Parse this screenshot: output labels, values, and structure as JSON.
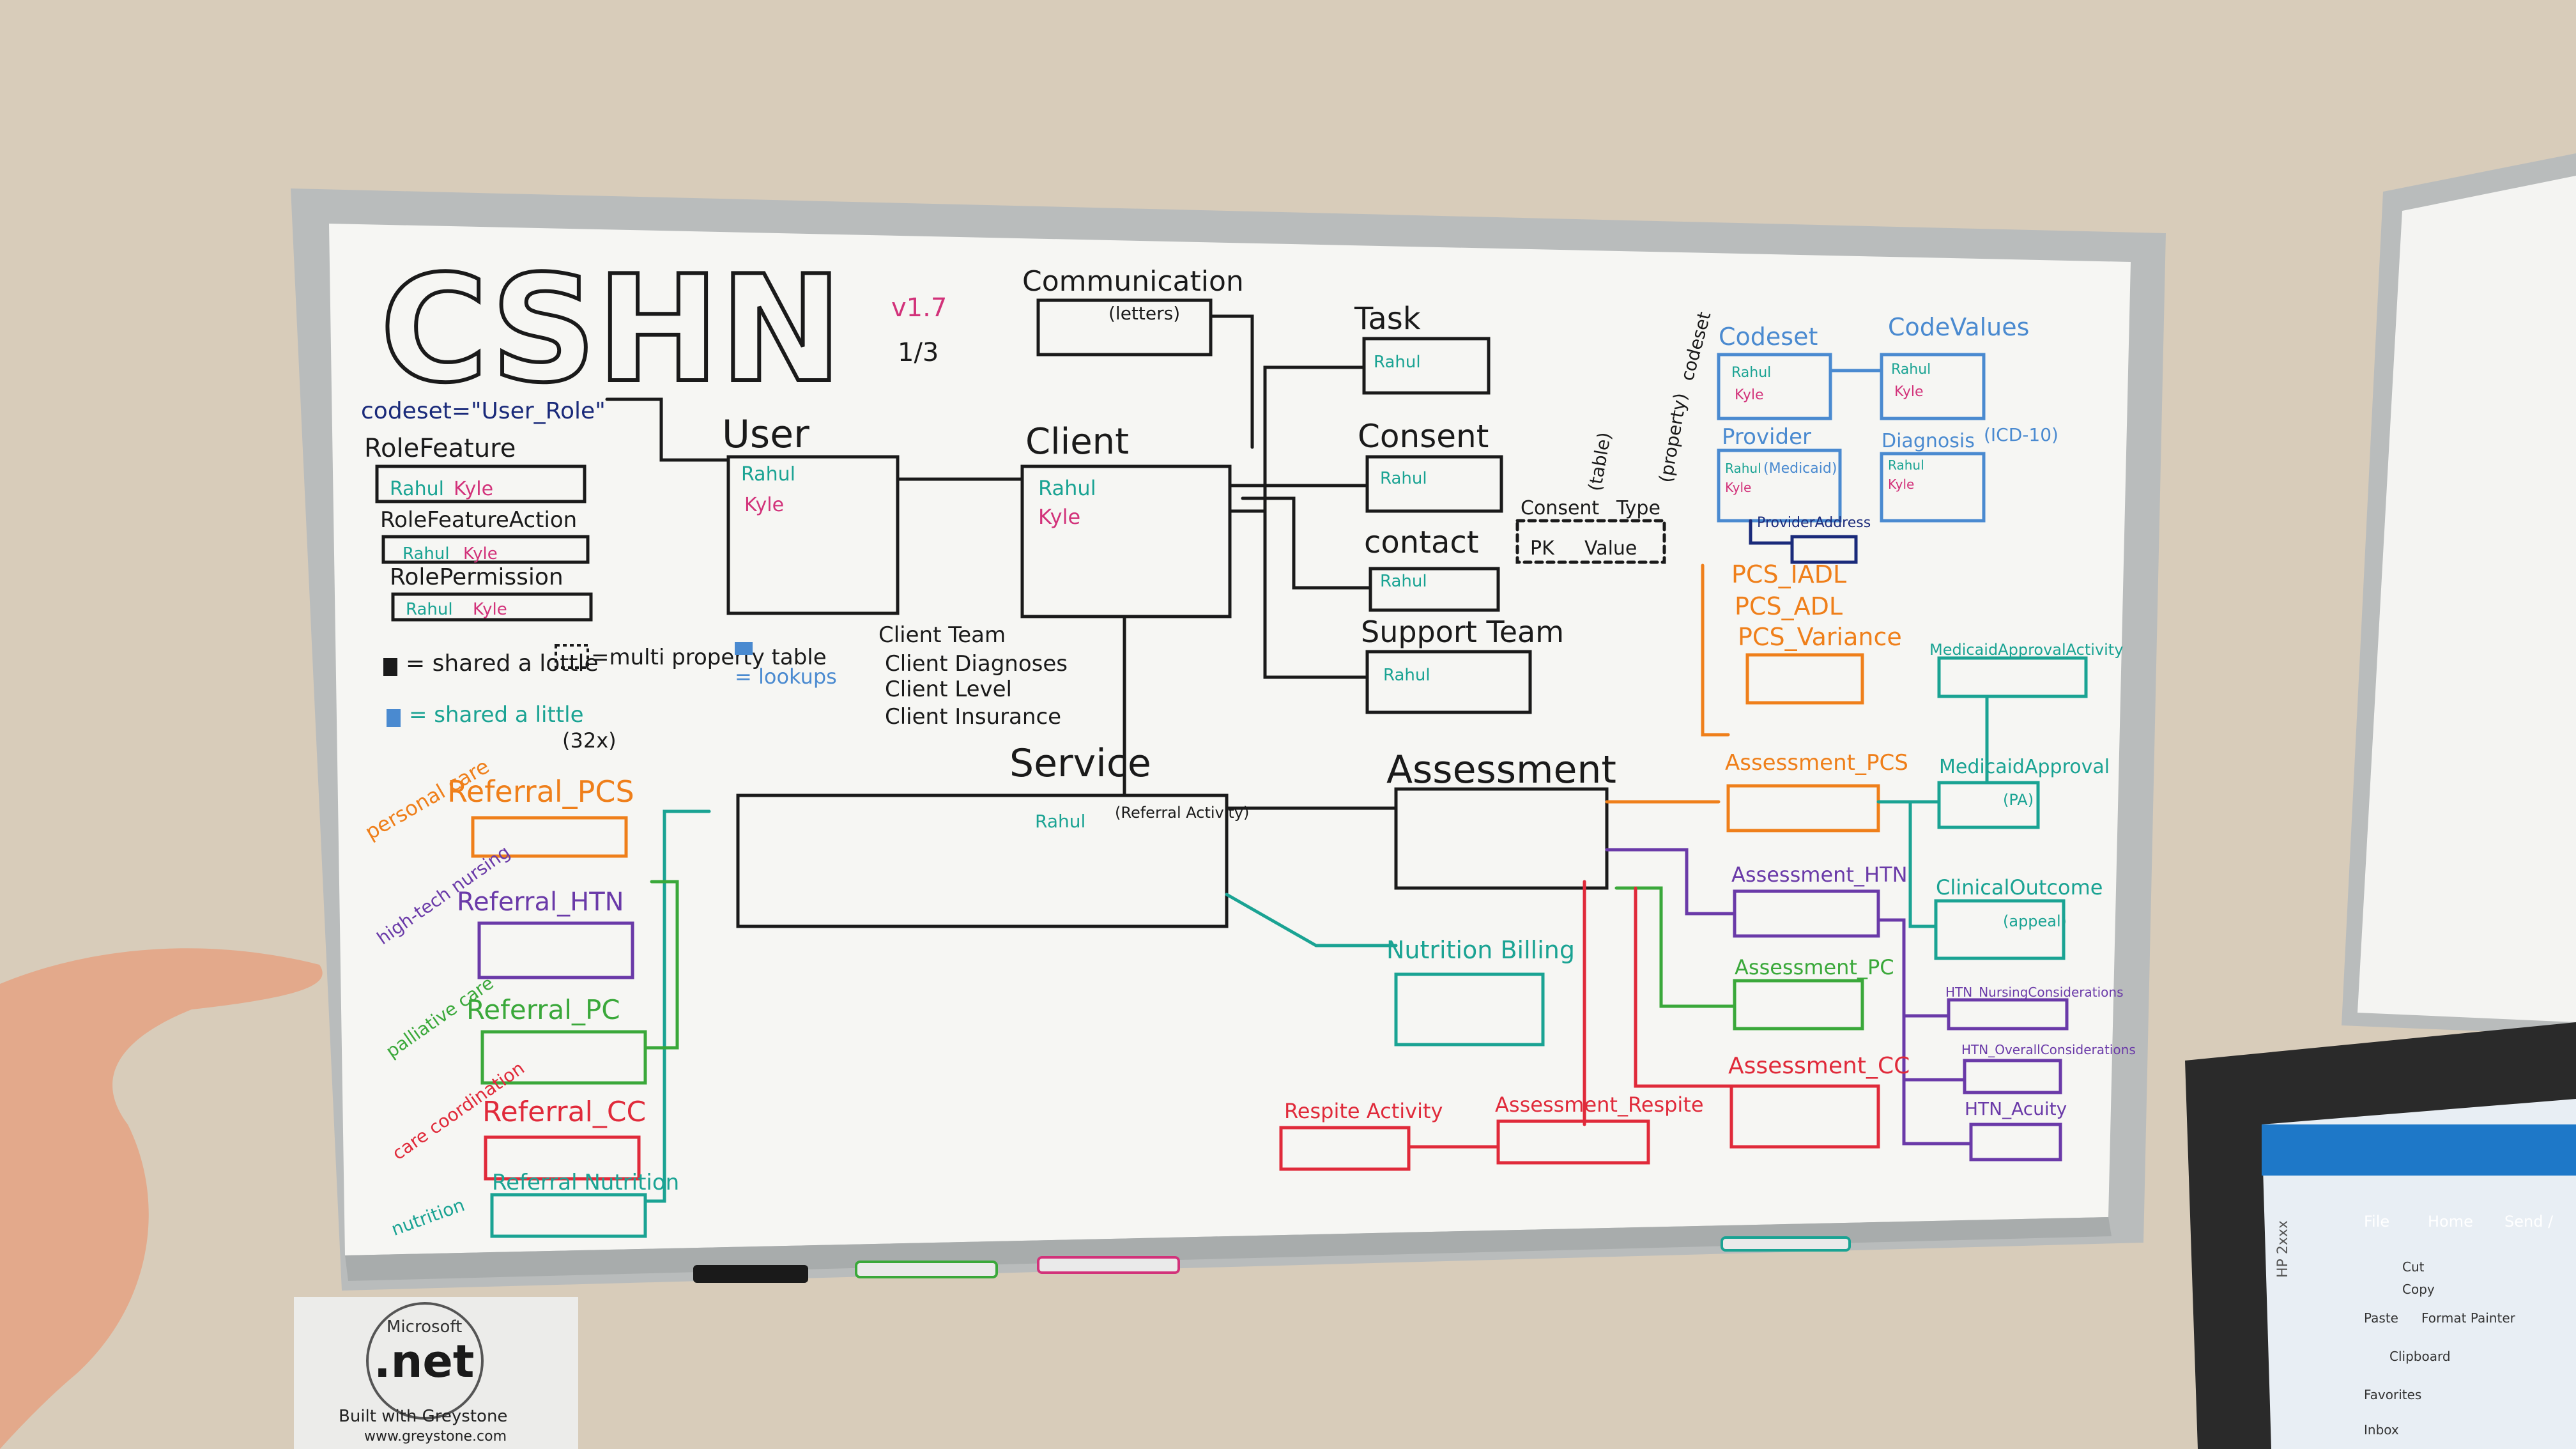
{
  "board": {
    "title": "CSHN",
    "version": "v1.7",
    "version_date": "1/3",
    "codeset_role": "codeset=\"User_Role\"",
    "tables": {
      "role_feature": "RoleFeature",
      "role_feature_action": "RoleFeatureAction",
      "role_permission": "RolePermission",
      "user": "User",
      "client": "Client",
      "communication": "Communication",
      "communication_sub": "(letters)",
      "task": "Task",
      "consent": "Consent",
      "contact": "contact",
      "support_team": "Support Team",
      "service": "Service",
      "service_note": "(Referral Activity)",
      "assessment": "Assessment",
      "nutrition_billing": "Nutrition Billing",
      "respite_activity": "Respite Activity",
      "assessment_respite": "Assessment_Respite",
      "codeset": "Codeset",
      "code_values": "CodeValues",
      "provider": "Provider",
      "provider_sub": "(Medicaid)",
      "diagnosis": "Diagnosis",
      "diagnosis_sub": "(ICD-10)",
      "provider_address": "ProviderAddress",
      "pcs_iadl": "PCS_IADL",
      "pcs_adl": "PCS_ADL",
      "pcs_variance": "PCS_Variance",
      "medicaid_approval_activity": "MedicaidApprovalActivity",
      "medicaid_approval": "MedicaidApproval",
      "medicaid_approval_sub": "(PA)",
      "clinical_outcome": "ClinicalOutcome",
      "clinical_outcome_sub": "(appeal)",
      "htn_nursing": "HTN_NursingConsiderations",
      "htn_overall": "HTN_OverallConsiderations",
      "htn_acuity": "HTN_Acuity",
      "assessment_pcs": "Assessment_PCS",
      "assessment_htn": "Assessment_HTN",
      "assessment_pc": "Assessment_PC",
      "assessment_cc": "Assessment_CC",
      "referral_pcs": "Referral_PCS",
      "referral_htn": "Referral_HTN",
      "referral_pc": "Referral_PC",
      "referral_cc": "Referral_CC",
      "referral_nutrition": "Referral Nutrition",
      "consent_sub": "Consent",
      "type_sub": "Type",
      "pk": "PK",
      "value": "Value",
      "table_label": "(table)",
      "property_label": "(property)",
      "codeset_vertical": "codeset"
    },
    "client_links": [
      "Client Team",
      "Client Diagnoses",
      "Client Level",
      "Client Insurance"
    ],
    "names": {
      "rahul": "Rahul",
      "kyle": "Kyle"
    },
    "legend": {
      "shared_lot": "= shared a lottle",
      "shared_little": "= shared a little",
      "multi": "=multi property table",
      "multi_count": "(32x)",
      "lookups": "= lookups"
    },
    "categories": {
      "personal_care": "personal care",
      "high_tech_nursing": "high-tech nursing",
      "palliative_care": "palliative care",
      "care_coordination": "care coordination",
      "nutrition": "nutrition"
    }
  },
  "sticker": {
    "brand": "Microsoft",
    "product": ".net",
    "line": "Built with Greystone",
    "url": "www.greystone.com"
  },
  "monitor": {
    "model": "HP 2xxx",
    "tabs": [
      "File",
      "Home",
      "Send /"
    ],
    "items": [
      "Cut",
      "Copy",
      "Paste",
      "Format Painter",
      "Clipboard",
      "Favorites",
      "Inbox"
    ]
  },
  "colors": {
    "wall": "#d8ccba",
    "board": "#f6f6f3",
    "black": "#1a1a1a",
    "teal": "#1aa393",
    "pink": "#d2327a",
    "orange": "#ef7f1a",
    "purple": "#6a3aa8",
    "green": "#3aa83a",
    "red": "#e02a3a",
    "blue": "#2a5ab0",
    "navy": "#1a2a7a",
    "light_blue": "#4a8ad0"
  }
}
